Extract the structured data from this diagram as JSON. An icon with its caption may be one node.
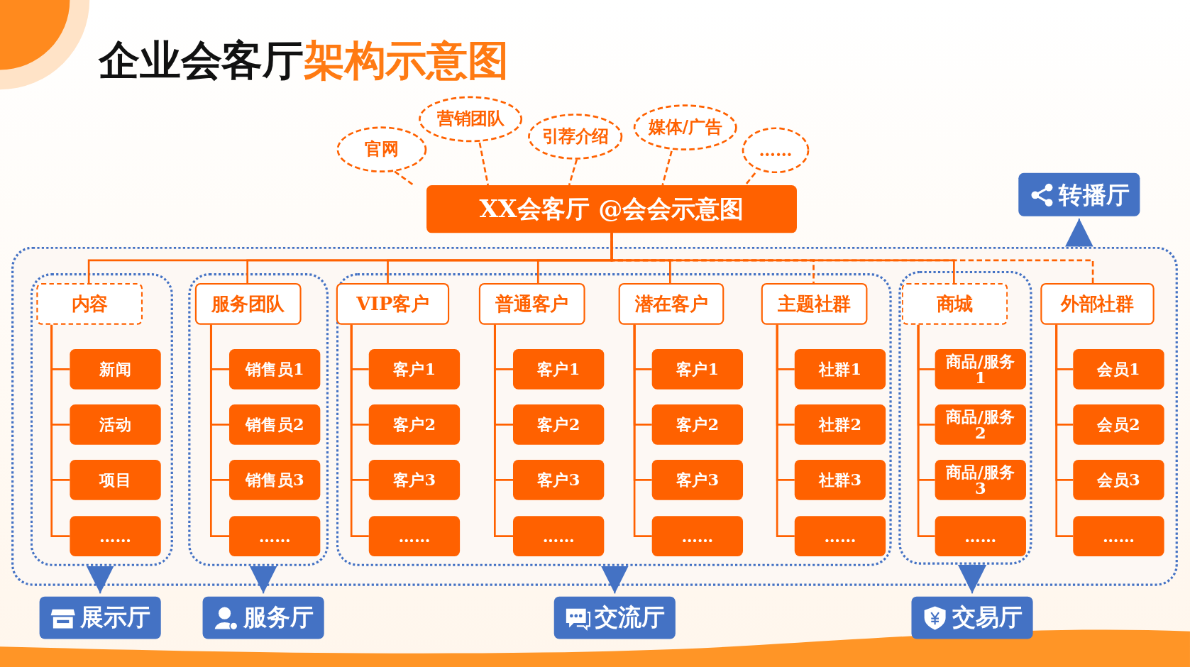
{
  "diagram": {
    "title": "企业会客厅**架构示意图**",
    "nodes": [
      {
        "text": [
          "XX会客厅 @会会示意图"
        ]
      },
      {
        "text": [
          "官网"
        ]
      },
      {
        "text": [
          "营销团队"
        ]
      },
      {
        "text": [
          "引荐介绍"
        ]
      },
      {
        "text": [
          "媒体/广告"
        ]
      },
      {
        "text": [
          "……"
        ]
      },
      {
        "text": [],
        "shape": "box"
      },
      {
        "text": [],
        "shape": "box",
        "in": 6
      },
      {
        "text": [
          "内容"
        ],
        "in": 7
      },
      {
        "text": [
          "新闻"
        ],
        "in": 7
      },
      {
        "text": [
          "活动"
        ],
        "in": 7
      },
      {
        "text": [
          "项目"
        ],
        "in": 7
      },
      {
        "text": [
          "……"
        ],
        "in": 7
      },
      {
        "text": [],
        "shape": "box",
        "in": 6
      },
      {
        "text": [
          "服务团队"
        ],
        "in": 13
      },
      {
        "text": [
          "销售员1"
        ],
        "in": 13
      },
      {
        "text": [
          "销售员2"
        ],
        "in": 13
      },
      {
        "text": [
          "销售员3"
        ],
        "in": 13
      },
      {
        "text": [
          "……"
        ],
        "in": 13
      },
      {
        "text": [],
        "shape": "box",
        "in": 6
      },
      {
        "text": [
          "VIP客户"
        ],
        "in": 19
      },
      {
        "text": [
          "客户1"
        ],
        "in": 19
      },
      {
        "text": [
          "客户2"
        ],
        "in": 19
      },
      {
        "text": [
          "客户3"
        ],
        "in": 19
      },
      {
        "text": [
          "……"
        ],
        "in": 19
      },
      {
        "text": [
          "普通客户"
        ],
        "in": 19
      },
      {
        "text": [
          "客户1"
        ],
        "in": 19
      },
      {
        "text": [
          "客户2"
        ],
        "in": 19
      },
      {
        "text": [
          "客户3"
        ],
        "in": 19
      },
      {
        "text": [
          "……"
        ],
        "in": 19
      },
      {
        "text": [
          "潜在客户"
        ],
        "in": 19
      },
      {
        "text": [
          "客户1"
        ],
        "in": 19
      },
      {
        "text": [
          "客户2"
        ],
        "in": 19
      },
      {
        "text": [
          "客户3"
        ],
        "in": 19
      },
      {
        "text": [
          "……"
        ],
        "in": 19
      },
      {
        "text": [
          "主题社群"
        ],
        "in": 19
      },
      {
        "text": [
          "社群1"
        ],
        "in": 19
      },
      {
        "text": [
          "社群2"
        ],
        "in": 19
      },
      {
        "text": [
          "社群3"
        ],
        "in": 19
      },
      {
        "text": [
          "……"
        ],
        "in": 19
      },
      {
        "text": [],
        "shape": "box",
        "in": 6
      },
      {
        "text": [
          "商城"
        ],
        "in": 40
      },
      {
        "text": [
          "商品/服务 1"
        ],
        "in": 40
      },
      {
        "text": [
          "商品/服务 2"
        ],
        "in": 40
      },
      {
        "text": [
          "商品/服务 3"
        ],
        "in": 40
      },
      {
        "text": [
          "……"
        ],
        "in": 40
      },
      {
        "text": [
          "外部社群"
        ],
        "in": 6
      },
      {
        "text": [
          "会员1"
        ],
        "in": 6
      },
      {
        "text": [
          "会员2"
        ],
        "in": 6
      },
      {
        "text": [
          "会员3"
        ],
        "in": 6
      },
      {
        "text": [
          "……"
        ],
        "in": 6
      },
      {
        "text": [
          "展示厅"
        ]
      },
      {
        "text": [
          "服务厅"
        ]
      },
      {
        "text": [
          "交流厅"
        ]
      },
      {
        "text": [
          "交易厅"
        ]
      },
      {
        "text": [
          "转播厅"
        ]
      }
    ],
    "edges": [
      {
        "from": 1,
        "to": 0,
        "arrow": "none",
        "style": "dashed"
      },
      {
        "from": 2,
        "to": 0,
        "arrow": "none",
        "style": "dashed"
      },
      {
        "from": 3,
        "to": 0,
        "arrow": "none",
        "style": "dashed"
      },
      {
        "from": 4,
        "to": 0,
        "arrow": "none",
        "style": "dashed"
      },
      {
        "from": 5,
        "to": 0,
        "arrow": "none",
        "style": "dashed"
      },
      {
        "from": 0,
        "to": 8,
        "arrow": "none"
      },
      {
        "from": 0,
        "to": 14,
        "arrow": "none"
      },
      {
        "from": 0,
        "to": 20,
        "arrow": "none"
      },
      {
        "from": 0,
        "to": 25,
        "arrow": "none"
      },
      {
        "from": 0,
        "to": 30,
        "arrow": "none"
      },
      {
        "from": 0,
        "to": 35,
        "arrow": "none",
        "style": "dashed"
      },
      {
        "from": 0,
        "to": 41,
        "arrow": "none"
      },
      {
        "from": 0,
        "to": 46,
        "arrow": "none",
        "style": "dashed"
      },
      {
        "from": 8,
        "to": 9,
        "arrow": "none"
      },
      {
        "from": 8,
        "to": 10,
        "arrow": "none"
      },
      {
        "from": 8,
        "to": 11,
        "arrow": "none"
      },
      {
        "from": 8,
        "to": 12,
        "arrow": "none"
      },
      {
        "from": 14,
        "to": 15,
        "arrow": "none"
      },
      {
        "from": 14,
        "to": 16,
        "arrow": "none"
      },
      {
        "from": 14,
        "to": 17,
        "arrow": "none"
      },
      {
        "from": 14,
        "to": 18,
        "arrow": "none"
      },
      {
        "from": 20,
        "to": 21,
        "arrow": "none"
      },
      {
        "from": 20,
        "to": 22,
        "arrow": "none"
      },
      {
        "from": 20,
        "to": 23,
        "arrow": "none"
      },
      {
        "from": 20,
        "to": 24,
        "arrow": "none"
      },
      {
        "from": 25,
        "to": 26,
        "arrow": "none"
      },
      {
        "from": 25,
        "to": 27,
        "arrow": "none"
      },
      {
        "from": 25,
        "to": 28,
        "arrow": "none"
      },
      {
        "from": 25,
        "to": 29,
        "arrow": "none"
      },
      {
        "from": 30,
        "to": 31,
        "arrow": "none"
      },
      {
        "from": 30,
        "to": 32,
        "arrow": "none"
      },
      {
        "from": 30,
        "to": 33,
        "arrow": "none"
      },
      {
        "from": 30,
        "to": 34,
        "arrow": "none"
      },
      {
        "from": 35,
        "to": 36,
        "arrow": "none"
      },
      {
        "from": 35,
        "to": 37,
        "arrow": "none"
      },
      {
        "from": 35,
        "to": 38,
        "arrow": "none"
      },
      {
        "from": 35,
        "to": 39,
        "arrow": "none"
      },
      {
        "from": 41,
        "to": 42,
        "arrow": "none"
      },
      {
        "from": 41,
        "to": 43,
        "arrow": "none"
      },
      {
        "from": 41,
        "to": 44,
        "arrow": "none"
      },
      {
        "from": 41,
        "to": 45,
        "arrow": "none"
      },
      {
        "from": 46,
        "to": 47,
        "arrow": "none"
      },
      {
        "from": 46,
        "to": 48,
        "arrow": "none"
      },
      {
        "from": 46,
        "to": 49,
        "arrow": "none"
      },
      {
        "from": 46,
        "to": 50,
        "arrow": "none"
      },
      {
        "from": 7,
        "to": 51,
        "arrow": "to",
        "color": "#4472c4"
      },
      {
        "from": 13,
        "to": 52,
        "arrow": "to",
        "color": "#4472c4"
      },
      {
        "from": 19,
        "to": 53,
        "arrow": "to",
        "color": "#4472c4"
      },
      {
        "from": 40,
        "to": 54,
        "arrow": "to",
        "color": "#4472c4"
      },
      {
        "from": 6,
        "to": 55,
        "arrow": "to",
        "color": "#4472c4"
      }
    ]
  }
}
